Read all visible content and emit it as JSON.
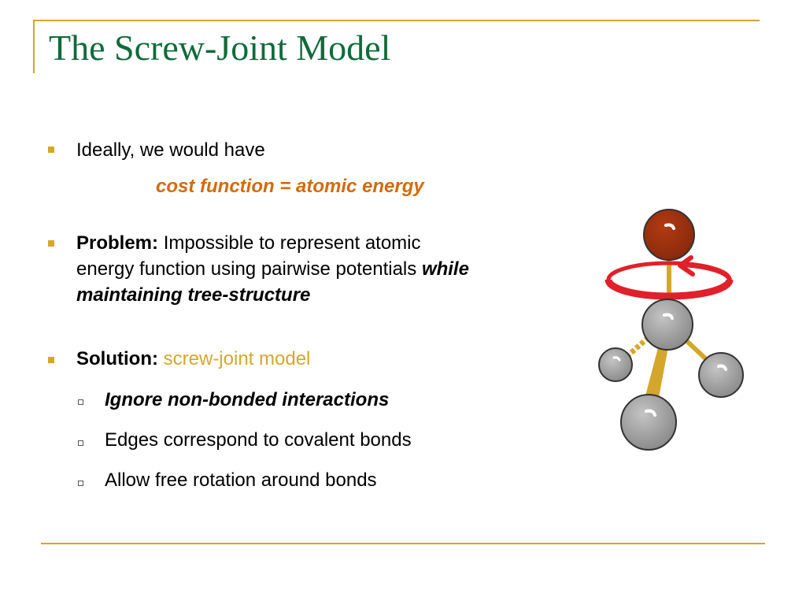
{
  "slide": {
    "title": "The Screw-Joint Model",
    "bullets": [
      {
        "text": "Ideally, we would have",
        "formula": "cost function = atomic energy"
      },
      {
        "label": "Problem:",
        "text_a": "Impossible to represent atomic",
        "text_b": "energy function using pairwise potentials",
        "emphasis_a": "while",
        "emphasis_b": "maintaining tree-structure"
      },
      {
        "label": "Solution:",
        "highlight": "screw-joint model",
        "sub_items": [
          "Ignore non-bonded interactions",
          "Edges correspond to covalent bonds",
          "Allow free rotation around bonds"
        ]
      }
    ]
  },
  "colors": {
    "title": "#0f6b3a",
    "accent_gold": "#d4a72c",
    "formula_orange": "#d46a0a",
    "rotation_arrow": "#e0202a",
    "atom_top": "#9a2e0e",
    "atom_gray": "#9a9a9a"
  },
  "icons": {
    "bullet": "square-bullet",
    "sub_bullet": "hollow-square-bullet",
    "illustration": "molecule-rotation"
  }
}
